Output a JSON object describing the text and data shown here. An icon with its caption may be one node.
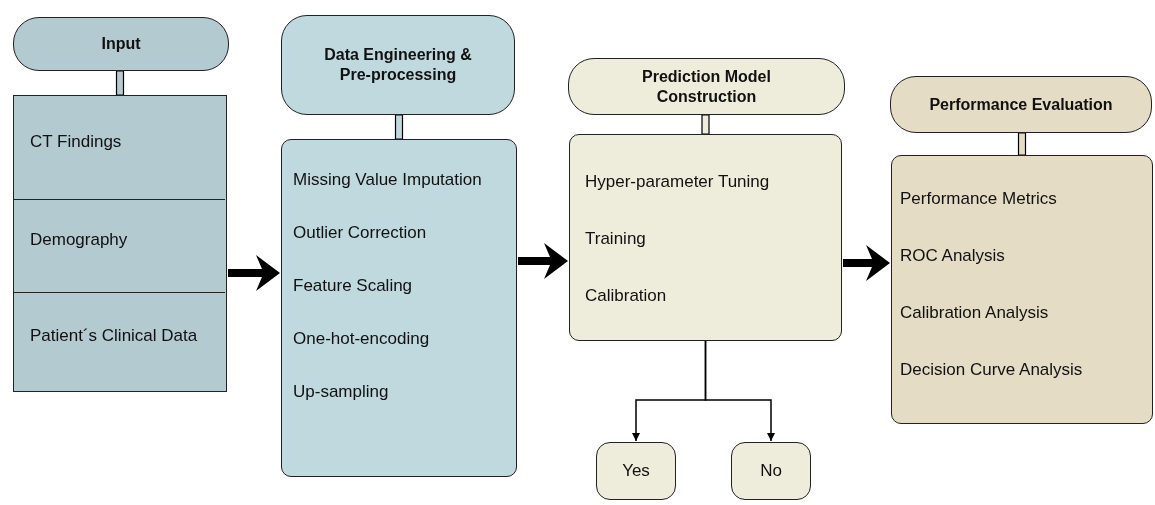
{
  "diagram": {
    "nodes": [
      {
        "text": [
          "Input"
        ]
      },
      {
        "text": [],
        "shape": "box"
      },
      {
        "text": [
          "CT Findings"
        ],
        "in": 1
      },
      {
        "text": [
          "Demography"
        ],
        "in": 1
      },
      {
        "text": [
          "Patient´s Clinical Data"
        ],
        "in": 1
      },
      {
        "text": [
          "Data Engineering & Pre-processing"
        ]
      },
      {
        "text": [
          "Missing Value Imputation",
          "Outlier Correction",
          "Feature Scaling",
          "One-hot-encoding",
          "Up-sampling"
        ]
      },
      {
        "text": [
          "Prediction Model Construction"
        ]
      },
      {
        "text": [
          "Hyper-parameter Tuning",
          "Training",
          "Calibration"
        ]
      },
      {
        "text": [
          "Yes"
        ]
      },
      {
        "text": [
          "No"
        ]
      },
      {
        "text": [
          "Performance Evaluation"
        ]
      },
      {
        "text": [
          "Performance Metrics",
          "ROC Analysis",
          "Calibration Analysis",
          "Decision Curve Analysis"
        ]
      }
    ],
    "edges": [
      {
        "from": 0,
        "to": 1,
        "arrow": "none"
      },
      {
        "from": 5,
        "to": 6,
        "arrow": "none"
      },
      {
        "from": 7,
        "to": 8,
        "arrow": "none"
      },
      {
        "from": 11,
        "to": 12,
        "arrow": "none"
      },
      {
        "from": 1,
        "to": 6,
        "arrow": "to",
        "style": "thick"
      },
      {
        "from": 6,
        "to": 8,
        "arrow": "to",
        "style": "thick"
      },
      {
        "from": 8,
        "to": 12,
        "arrow": "to",
        "style": "thick"
      },
      {
        "from": 8,
        "to": 9,
        "arrow": "to"
      },
      {
        "from": 8,
        "to": 10,
        "arrow": "to"
      }
    ]
  }
}
